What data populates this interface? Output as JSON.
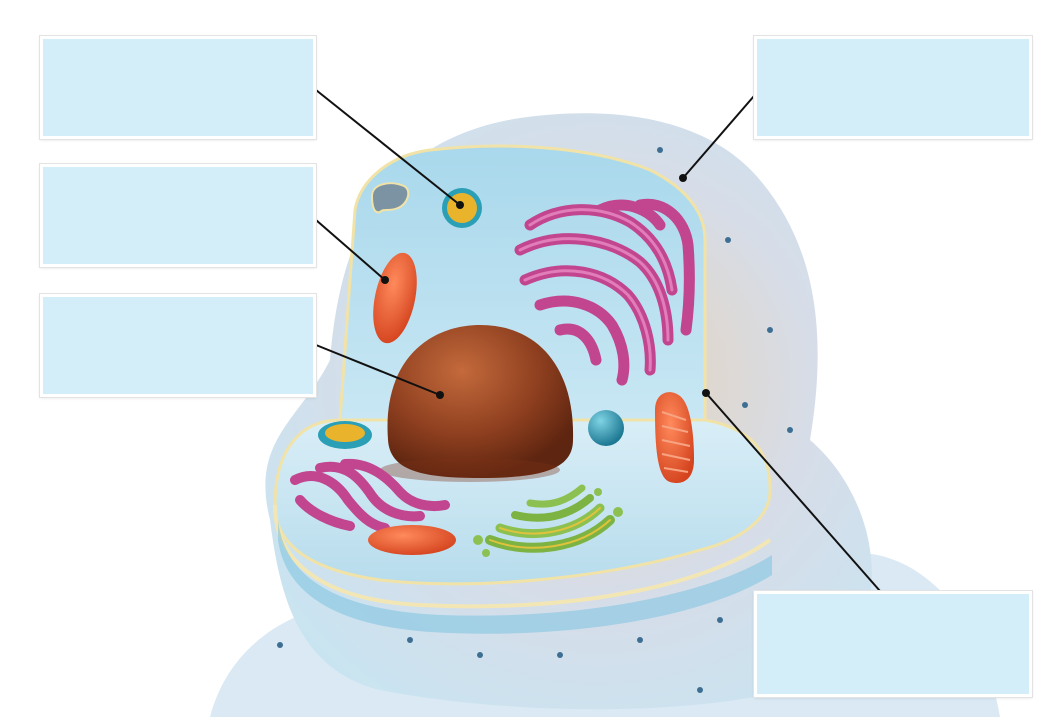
{
  "labels": [
    {
      "id": "top-left",
      "text": ""
    },
    {
      "id": "mid-left",
      "text": ""
    },
    {
      "id": "low-left",
      "text": ""
    },
    {
      "id": "top-right",
      "text": ""
    },
    {
      "id": "bottom-right",
      "text": ""
    }
  ],
  "colors": {
    "label_fill": "#d3eef8",
    "cytoplasm": "#bfe3f2",
    "membrane": "#f3e6b5",
    "nucleus": "#8e3f1f",
    "mitochondria": "#e4572e",
    "endoplasmic_reticulum": "#c2458f",
    "golgi": "#7cb342",
    "lysosome": "#2a8fa6",
    "vesicle_yellow": "#e9b42c"
  }
}
